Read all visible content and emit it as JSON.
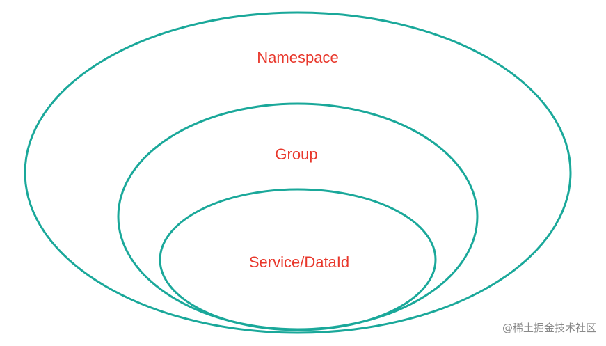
{
  "diagram": {
    "layers": [
      {
        "label": "Namespace"
      },
      {
        "label": "Group"
      },
      {
        "label": "Service/DataId"
      }
    ],
    "colors": {
      "ellipse_stroke": "#1aa89a",
      "label_text": "#e8382c"
    }
  },
  "watermark": {
    "text": "@稀土掘金技术社区"
  }
}
